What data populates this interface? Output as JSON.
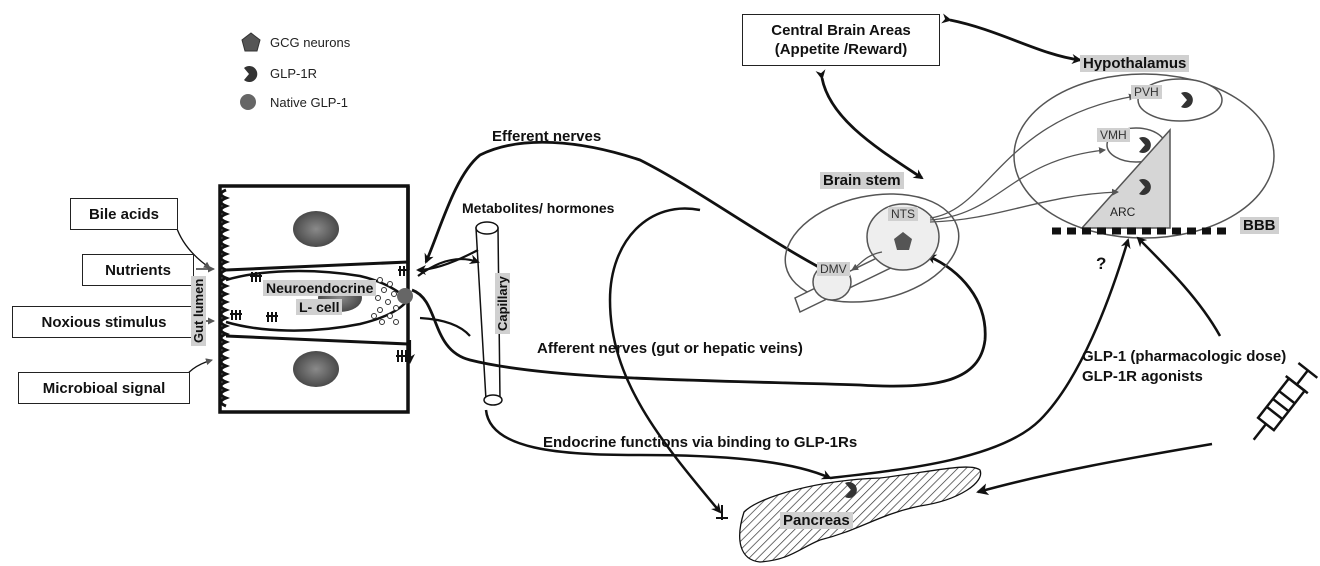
{
  "legend": {
    "gcg_neurons": "GCG neurons",
    "glp1r": "GLP-1R",
    "native_glp1": "Native GLP-1"
  },
  "stimuli": {
    "bile_acids": "Bile acids",
    "nutrients": "Nutrients",
    "noxious": "Noxious stimulus",
    "microbial": "Microbioal signal"
  },
  "gut": {
    "lumen": "Gut lumen",
    "cell_title": "Neuroendocrine",
    "cell_sub": "L- cell"
  },
  "vessels": {
    "capillary": "Capillary",
    "metabolites": "Metabolites/ hormones"
  },
  "pathways": {
    "efferent": "Efferent nerves",
    "afferent": "Afferent nerves (gut or hepatic veins)",
    "endocrine": "Endocrine functions via binding to GLP-1Rs"
  },
  "brain": {
    "central": "Central Brain Areas",
    "central_sub": "(Appetite /Reward)",
    "hypothalamus": "Hypothalamus",
    "brainstem": "Brain stem",
    "nts": "NTS",
    "dmv": "DMV",
    "pvh": "PVH",
    "vmh": "VMH",
    "arc": "ARC",
    "bbb": "BBB",
    "question": "?"
  },
  "drug": {
    "line1": "GLP-1 (pharmacologic dose)",
    "line2": "GLP-1R agonists"
  },
  "organ": {
    "pancreas": "Pancreas"
  }
}
